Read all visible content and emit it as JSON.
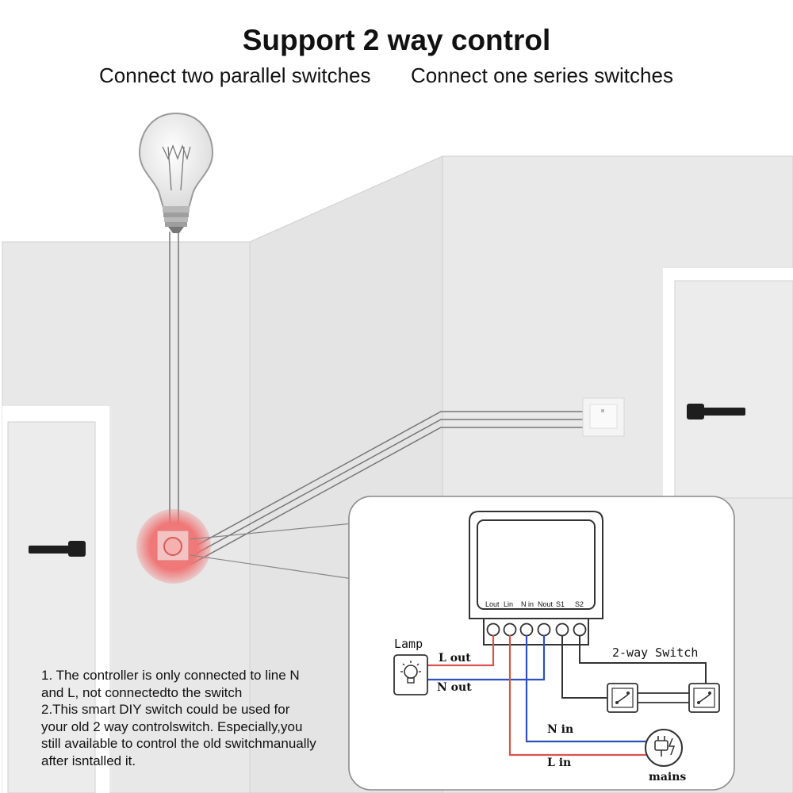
{
  "header": {
    "title": "Support 2 way control",
    "subtitle_left": "Connect two parallel switches",
    "subtitle_right": "Connect one series switches"
  },
  "module": {
    "terminal_labels": [
      "Lout",
      "Lin",
      "N in",
      "Nout",
      "S1",
      "S2"
    ]
  },
  "wiring": {
    "lamp_label": "Lamp",
    "l_out": "L out",
    "n_out": "N out",
    "n_in": "N in",
    "l_in": "L in",
    "mains": "mains",
    "two_way_switch": "2-way Switch"
  },
  "notes": {
    "lines": [
      "1. The controller is only connected to line N",
      "and L, not connectedto the switch",
      "2.This smart DIY switch could be used for",
      "your old 2 way controlswitch. Especially,you",
      "still available to control the old switchmanually",
      "after isntalled it."
    ]
  },
  "colors": {
    "wire_red": "#d9534f",
    "wire_blue": "#2f4fbf",
    "wire_black": "#333333",
    "wall": "#e9e9e9",
    "glow": "#f05050"
  }
}
